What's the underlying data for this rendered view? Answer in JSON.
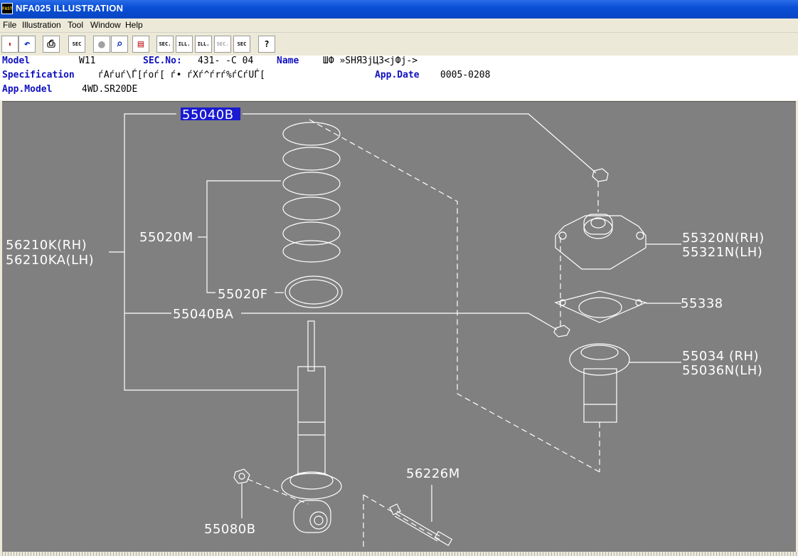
{
  "window": {
    "title": "NFA025  ILLUSTRATION",
    "icon_text": "FAST"
  },
  "menu": [
    "File",
    "Illustration",
    "Tool",
    "Window",
    "Help"
  ],
  "toolbar": {
    "buttons": [
      {
        "name": "open-book-icon",
        "text": "▮"
      },
      {
        "name": "undo-icon",
        "text": "↶"
      },
      {
        "name": "print-icon",
        "text": "⎙"
      },
      {
        "name": "sec-list-icon",
        "text": "SEC"
      },
      {
        "name": "stop-icon",
        "text": "●"
      },
      {
        "name": "zoom-icon",
        "text": "⌕"
      },
      {
        "name": "catalog-icon",
        "text": "▤"
      },
      {
        "name": "prev-sec-icon",
        "text": "SEC."
      },
      {
        "name": "prev-ill-icon",
        "text": "ILL."
      },
      {
        "name": "next-ill-icon",
        "text": "ILL."
      },
      {
        "name": "next-sec-icon",
        "text": "SEC."
      },
      {
        "name": "sec-query-icon",
        "text": "SEC"
      },
      {
        "name": "help-pointer-icon",
        "text": "?"
      }
    ]
  },
  "info": {
    "model_label": "Model",
    "model_value": "W11",
    "sec_label": "SEC.No:",
    "sec_value": "431-  -C 04",
    "name_label": "Name",
    "name_value": "ШФ »SHЯ3jЦЗ<jФj->",
    "spec_label": "Specification",
    "spec_value": "ѓAѓuѓ\\Ѓ[ѓoѓ[  ѓ•  ѓXѓ^ѓrѓ%ѓCѓUЃ[",
    "appdate_label": "App.Date",
    "appdate_value": "0005-0208",
    "appmodel_label": "App.Model",
    "appmodel_value": "4WD.SR20DE"
  },
  "parts": {
    "p55040B": "55040B",
    "p56210K": "56210K(RH)",
    "p56210KA": "56210KA(LH)",
    "p55020M": "55020M",
    "p55020F": "55020F",
    "p55040BA": "55040BA",
    "p55320N": "55320N(RH)",
    "p55321N": "55321N(LH)",
    "p55338": "55338",
    "p55034": "55034  (RH)",
    "p55036N": "55036N(LH)",
    "p56226M": "56226M",
    "p55080B": "55080B"
  },
  "colors": {
    "highlight": "#1a1ad0",
    "label_blue": "#1010c0",
    "canvas_bg": "#808080"
  }
}
